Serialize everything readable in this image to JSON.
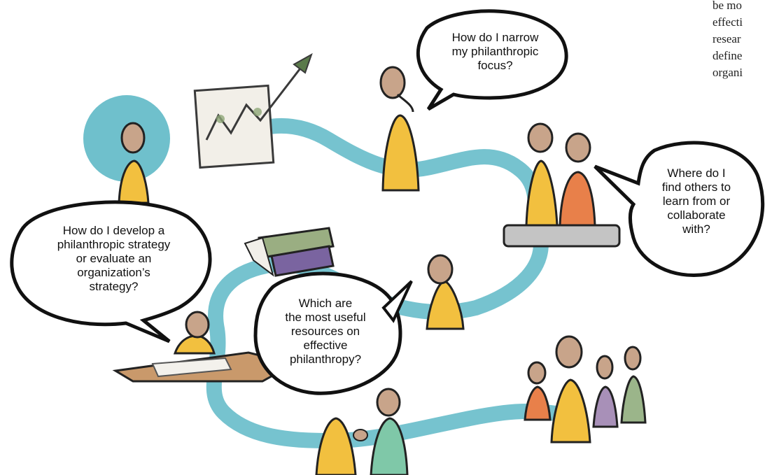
{
  "side_text": {
    "lines": [
      "be mo",
      "effecti",
      "resear",
      "define",
      "organi"
    ]
  },
  "bubbles": {
    "narrow_focus": "How do I narrow\nmy philanthropic\nfocus?",
    "find_others": "Where do I\nfind others to\nlearn from or\ncollaborate\nwith?",
    "develop_strategy": "How do I develop a\nphilanthropic strategy\nor evaluate an\norganization’s\nstrategy?",
    "useful_resources": "Which are\nthe most useful\nresources on\neffective\nphilanthropy?"
  },
  "colors": {
    "path": "#6fc0cc",
    "circle": "#6fc0cc",
    "yellow": "#f2c03f",
    "orange": "#e8804a",
    "purple": "#a890b8",
    "green": "#9bb58a",
    "teal": "#7fc8a8",
    "skin": "#c8a48a",
    "desk": "#c9996b",
    "book_green": "#9aae82",
    "book_purple": "#7a64a0"
  }
}
